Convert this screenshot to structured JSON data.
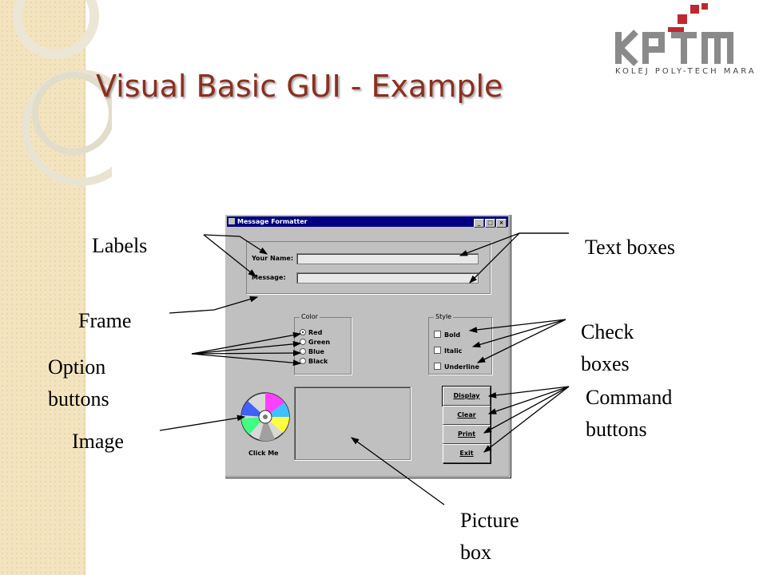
{
  "slide": {
    "title": "Visual Basic GUI - Example",
    "logo_text": "KPTM",
    "logo_subtitle": "KOLEJ POLY-TECH MARA",
    "accent_color": "#8b2f21",
    "logo_color": "#c0272d"
  },
  "callouts": {
    "labels": "Labels",
    "frame": "Frame",
    "option_buttons": [
      "Option",
      "buttons"
    ],
    "image": "Image",
    "text_boxes": "Text boxes",
    "check_boxes": [
      "Check",
      "boxes"
    ],
    "command_buttons": [
      "Command",
      "buttons"
    ],
    "picture_box": [
      "Picture",
      "box"
    ]
  },
  "window": {
    "title": "Message Formatter",
    "title_buttons": [
      "_",
      "□",
      "×"
    ],
    "your_name_label": "Your Name:",
    "message_label": "Message:",
    "color_frame": {
      "caption": "Color",
      "options": [
        {
          "label": "Red",
          "selected": true
        },
        {
          "label": "Green",
          "selected": false
        },
        {
          "label": "Blue",
          "selected": false
        },
        {
          "label": "Black",
          "selected": false
        }
      ]
    },
    "style_frame": {
      "caption": "Style",
      "checks": [
        {
          "label": "Bold",
          "checked": false
        },
        {
          "label": "Italic",
          "checked": false
        },
        {
          "label": "Underline",
          "checked": false
        }
      ]
    },
    "image_caption": "Click Me",
    "buttons": [
      "Display",
      "Clear",
      "Print",
      "Exit"
    ]
  }
}
